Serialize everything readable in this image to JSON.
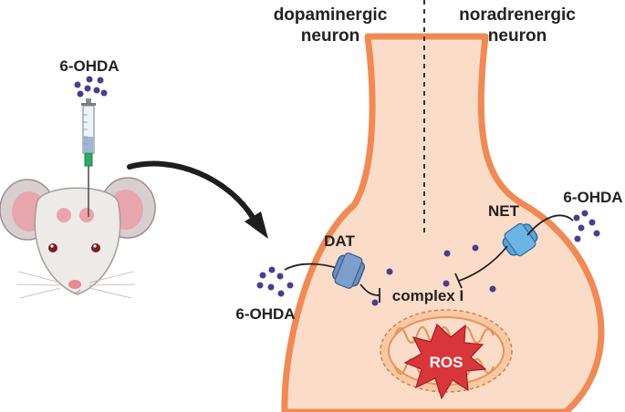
{
  "headers": {
    "left_line1": "dopaminergic",
    "left_line2": "neuron",
    "right_line1": "noradrenergic",
    "right_line2": "neuron"
  },
  "labels": {
    "toxin_top": "6-OHDA",
    "toxin_left": "6-OHDA",
    "toxin_right": "6-OHDA",
    "dat": "DAT",
    "net": "NET",
    "complex": "complex I",
    "ros": "ROS"
  },
  "colors": {
    "neuron_fill": "#fbdcc8",
    "neuron_outline": "#f08a55",
    "molecule": "#4a3d8f",
    "transporter": "#6a8fc0",
    "transporter_net": "#5aa6d8",
    "mito_fill": "#f7c9a6",
    "ros_burst": "#d9363c",
    "arrow": "#222222"
  },
  "icons": [
    "mouse-icon",
    "syringe-icon",
    "curved-arrow-icon",
    "mitochondrion-icon",
    "ros-burst-icon"
  ]
}
